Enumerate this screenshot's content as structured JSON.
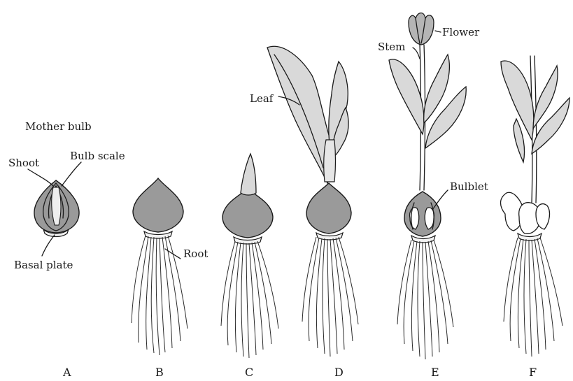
{
  "labels": {
    "mother_bulb": "Mother bulb",
    "shoot": "Shoot",
    "bulb_scale": "Bulb scale",
    "basal_plate": "Basal plate",
    "root": "Root",
    "leaf": "Leaf",
    "stem": "Stem",
    "flower": "Flower",
    "bulblet": "Bulblet"
  },
  "panels": [
    "A",
    "B",
    "C",
    "D",
    "E",
    "F"
  ]
}
